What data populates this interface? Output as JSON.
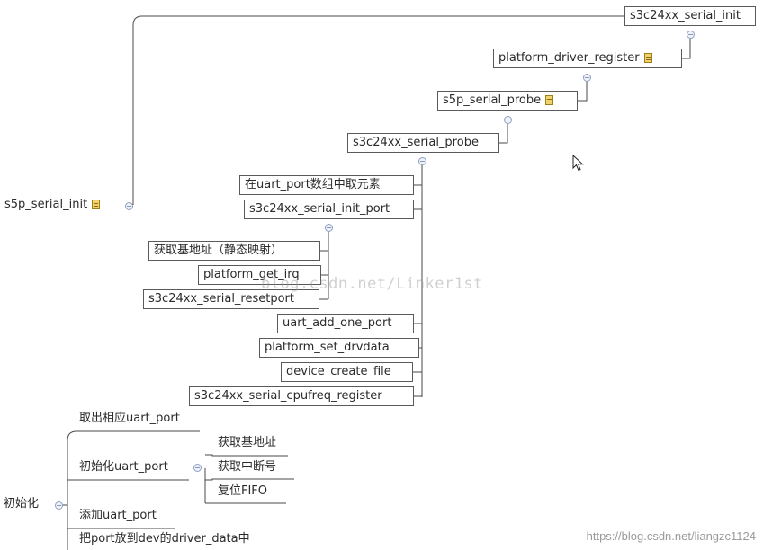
{
  "top": {
    "s3c24xx_serial_init": "s3c24xx_serial_init",
    "platform_driver_register": "platform_driver_register",
    "s5p_serial_probe": "s5p_serial_probe",
    "s3c24xx_serial_probe": "s3c24xx_serial_probe",
    "s5p_serial_init": "s5p_serial_init"
  },
  "probe_children": [
    "在uart_port数组中取元素",
    "s3c24xx_serial_init_port",
    "uart_add_one_port",
    "platform_set_drvdata",
    "device_create_file",
    "s3c24xx_serial_cpufreq_register"
  ],
  "init_port_children": [
    "获取基地址（静态映射）",
    "platform_get_irq",
    "s3c24xx_serial_resetport"
  ],
  "outline": {
    "root": "初始化",
    "items": [
      "取出相应uart_port",
      "初始化uart_port",
      "添加uart_port",
      "把port放到dev的driver_data中"
    ],
    "sub_items": [
      "获取基地址",
      "获取中断号",
      "复位FIFO"
    ]
  },
  "toggle_symbol": "−",
  "watermark": "blog.csdn.net/Linker1st",
  "footer_watermark": "https://blog.csdn.net/liangzc1124",
  "icons": {
    "note": "note-icon",
    "collapse": "collapse-toggle-icon",
    "cursor": "mouse-cursor-icon"
  },
  "colors": {
    "line": "#4a4a4a",
    "toggle": "#8fa0c0"
  }
}
